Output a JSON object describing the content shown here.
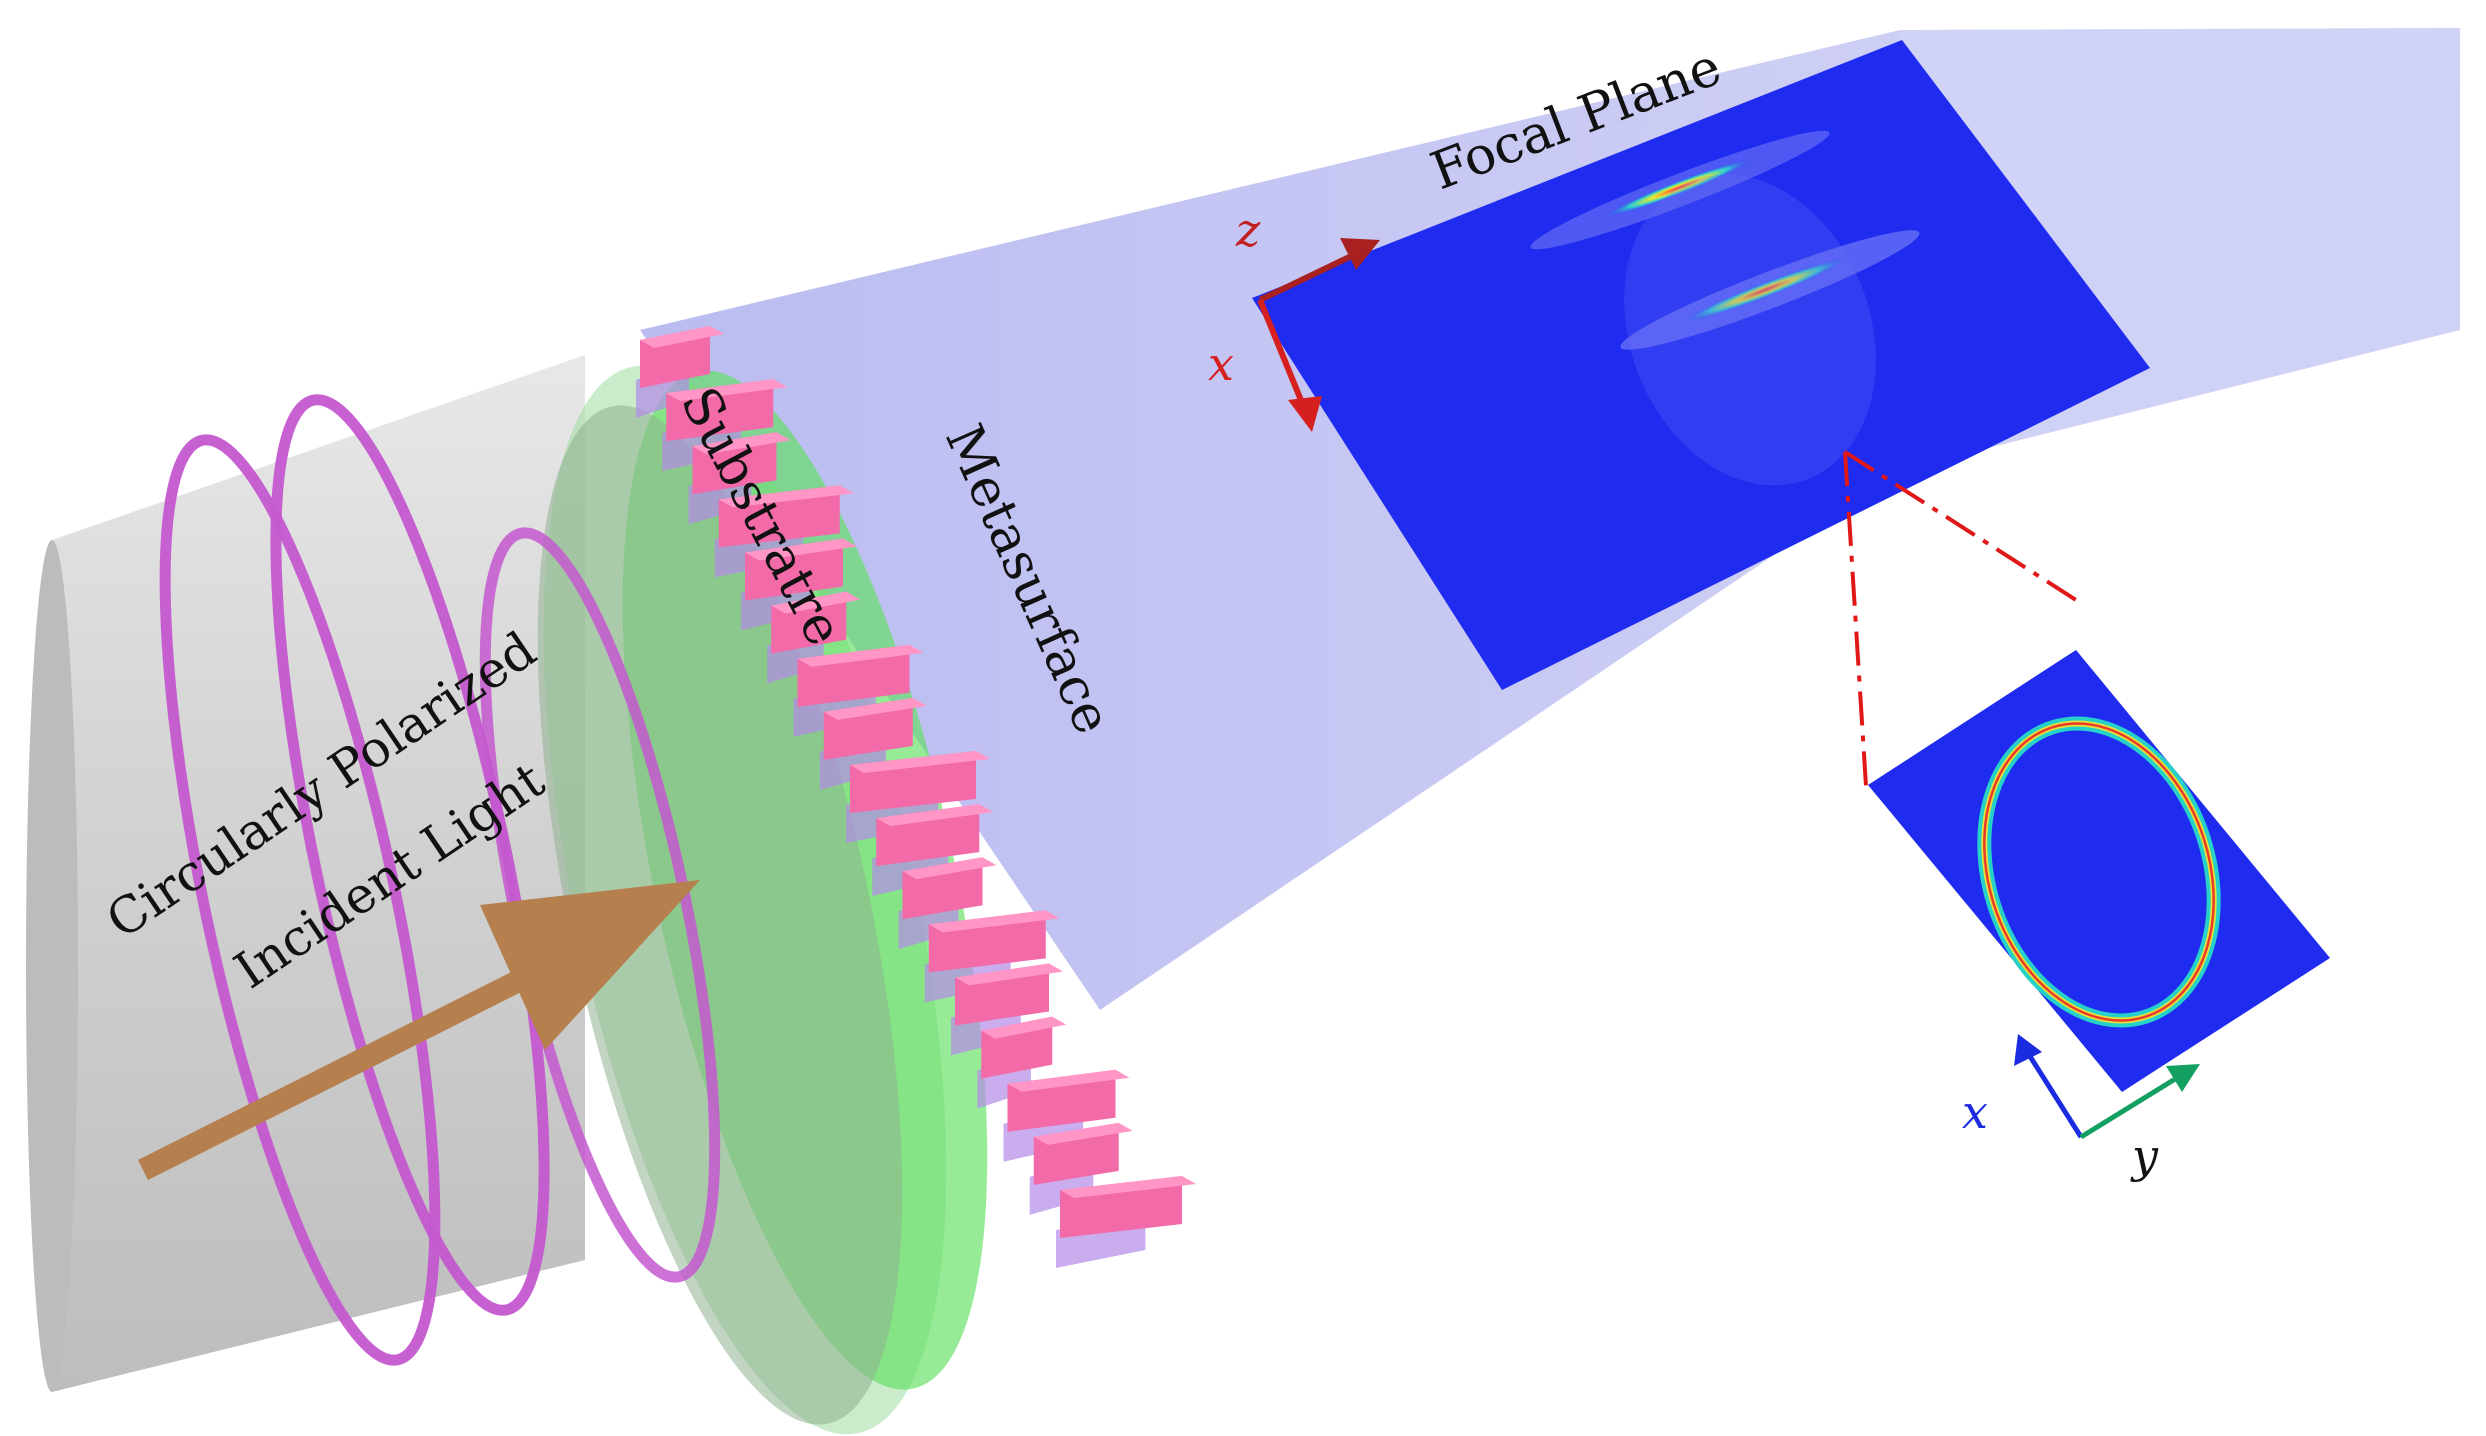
{
  "labels": {
    "focal_plane": "Focal Plane",
    "substrate": "Substratre",
    "metasurface": "Metasurface",
    "incident_line1": "Circularly Polarized",
    "incident_line2": "Incident Light"
  },
  "axes": {
    "focal": {
      "z": "z",
      "x": "x"
    },
    "inset": {
      "x": "x",
      "y": "y"
    }
  },
  "colors": {
    "cylinder": "#cfcfcf",
    "beam": "#b8b8f2",
    "substrate": "#7fe07f",
    "pillar": "#f26aa8",
    "helix": "#c458d0",
    "arrow": "#b57f4e",
    "plane": "#1f2cf0",
    "axis_red": "#d62020",
    "axis_blue": "#1a2be0",
    "axis_green": "#13a060"
  },
  "icons": {
    "incident_arrow": "arrow-icon",
    "helix": "helix-icon"
  }
}
